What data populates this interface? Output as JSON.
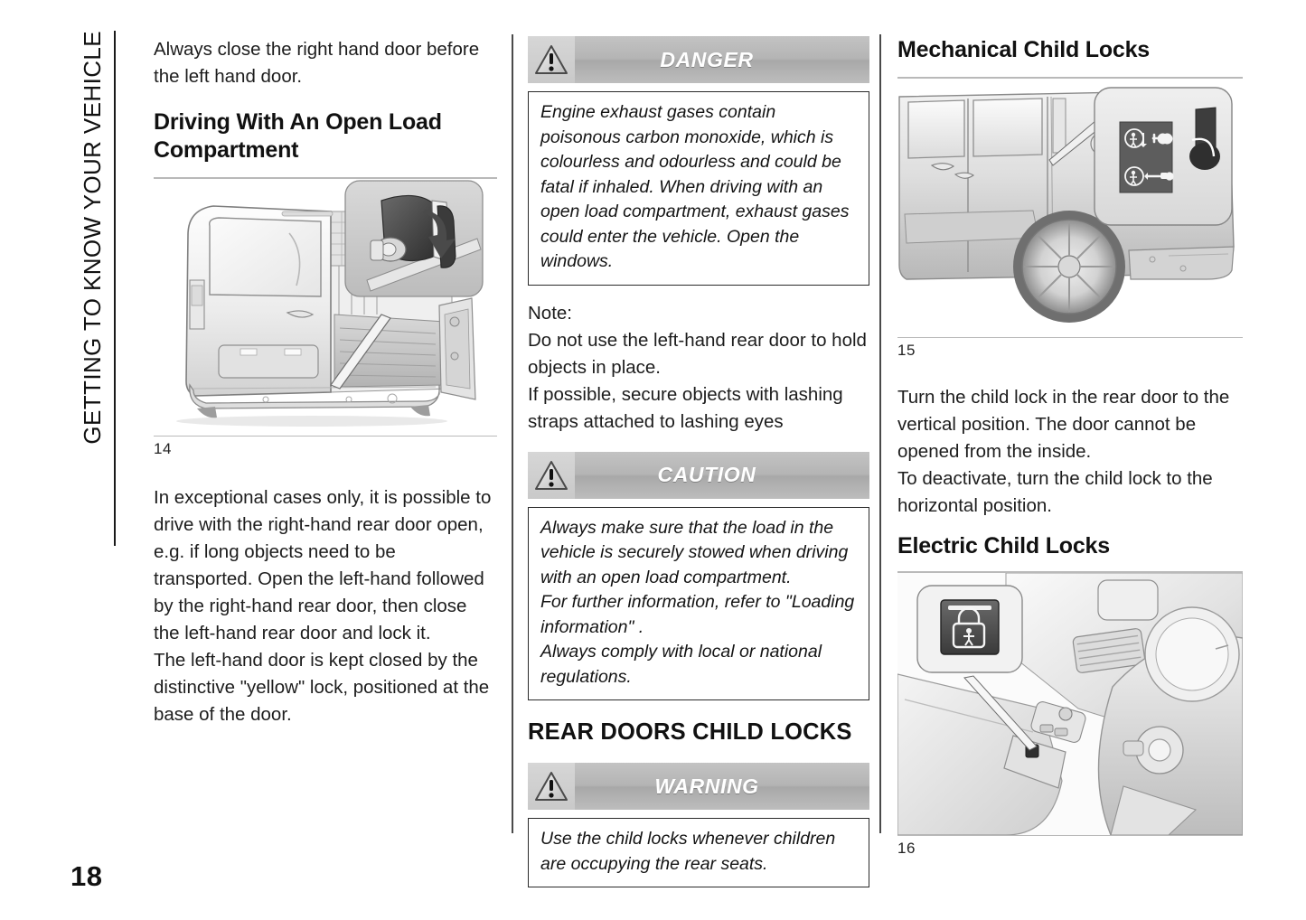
{
  "document": {
    "chapter_tab": "GETTING TO KNOW YOUR VEHICLE",
    "page_number": "18"
  },
  "column_left": {
    "intro_paragraph": "Always close the right hand door before the left hand door.",
    "heading": "Driving With An Open Load Compartment",
    "figure": {
      "number": "14",
      "alt_name": "van-rear-open-load-compartment"
    },
    "paragraphs": [
      "In exceptional cases only, it is possible to drive with the right-hand rear door open, e.g. if long objects need to be transported. Open the left-hand followed by the right-hand rear door, then close the left-hand rear door and lock it.",
      "The left-hand door is kept closed by the distinctive \"yellow\" lock, positioned at the base of the door."
    ]
  },
  "column_middle": {
    "danger": {
      "title": "DANGER",
      "icon": "warning-triangle-icon",
      "body": "Engine exhaust gases contain poisonous carbon monoxide, which is colourless and odourless and could be fatal if inhaled. When driving with an open load compartment, exhaust gases could enter the vehicle. Open the windows."
    },
    "note": {
      "label": "Note:",
      "lines": [
        "Do not use the left-hand rear door to hold objects in place.",
        "If possible, secure objects with lashing straps attached to lashing eyes"
      ]
    },
    "caution": {
      "title": "CAUTION",
      "icon": "warning-triangle-icon",
      "lines": [
        "Always make sure that the load in the vehicle is securely stowed when driving with an open load compartment.",
        "For further information, refer to \"Loading information\" .",
        "Always comply with local or national regulations."
      ]
    },
    "section_heading": "REAR DOORS CHILD LOCKS",
    "warning": {
      "title": "WARNING",
      "icon": "warning-triangle-icon",
      "body": "Use the child locks whenever children are occupying the rear seats."
    }
  },
  "column_right": {
    "mechanical": {
      "heading": "Mechanical Child Locks",
      "figure": {
        "number": "15",
        "alt_name": "rear-door-child-lock-callout"
      },
      "paragraphs": [
        "Turn the child lock in the rear door to the vertical position. The door cannot be opened from the inside.",
        "To deactivate, turn the child lock to the horizontal position."
      ]
    },
    "electric": {
      "heading": "Electric Child Locks",
      "figure": {
        "number": "16",
        "alt_name": "dashboard-electric-child-lock-switch-callout"
      }
    }
  },
  "colors": {
    "alert_bar": "#b4b4b4",
    "alert_text": "#ffffff",
    "rule": "#b9b9b9",
    "divider": "#4a4a4a",
    "text": "#1d1d1d"
  }
}
